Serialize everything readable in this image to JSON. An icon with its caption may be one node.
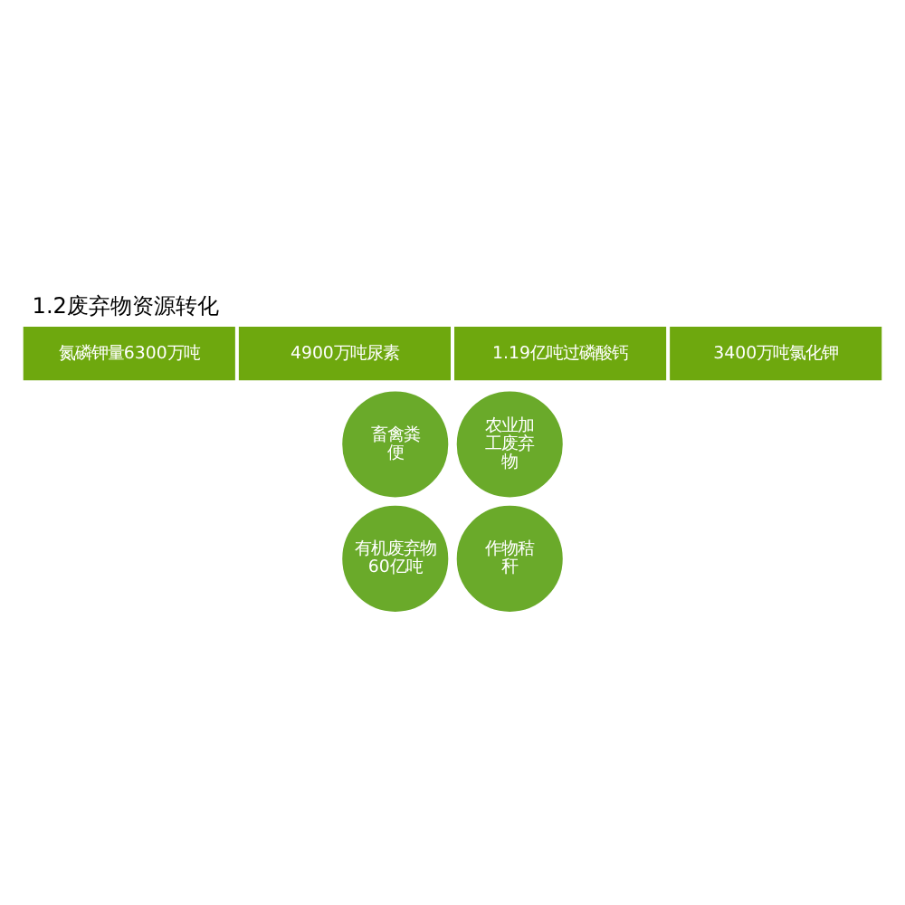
{
  "diagram": {
    "title": "1.2废弃物资源转化",
    "nodes": [
      {
        "text": [
          "畜禽粪便"
        ]
      },
      {
        "text": [
          "有机废弃物 60亿吨"
        ]
      },
      {
        "text": [
          "农业加工废弃物"
        ]
      },
      {
        "text": [
          "作物秸秆"
        ]
      },
      {
        "text": [
          "氮磷钾量6300万吨"
        ]
      },
      {
        "text": [
          "4900万吨尿素"
        ]
      },
      {
        "text": [
          "1.19亿吨过磷酸钙"
        ]
      },
      {
        "text": [
          "3400万吨氯化钾"
        ]
      }
    ],
    "edges": []
  }
}
